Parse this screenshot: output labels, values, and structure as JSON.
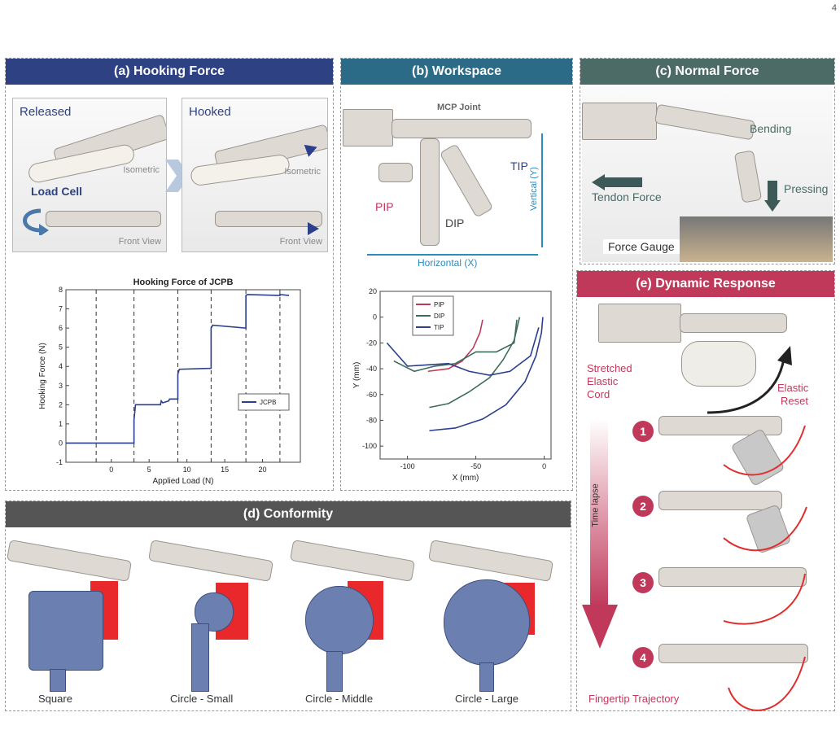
{
  "page_number": "4",
  "colors": {
    "a": "#2e4283",
    "b": "#2b6b87",
    "c": "#4c6a66",
    "d": "#555555",
    "e": "#c0395b",
    "pip": "#c0395b",
    "dip": "#3d6b5c",
    "tip": "#2b3f8c"
  },
  "panel_a": {
    "header": "(a) Hooking Force",
    "released": "Released",
    "hooked": "Hooked",
    "isometric1": "Isometric",
    "isometric2": "Isometric",
    "load_cell": "Load Cell",
    "front_view1": "Front View",
    "front_view2": "Front View"
  },
  "panel_b": {
    "header": "(b) Workspace",
    "mcp": "MCP Joint",
    "tip": "TIP",
    "pip": "PIP",
    "dip": "DIP",
    "vertical": "Vertical (Y)",
    "horizontal": "Horizontal (X)"
  },
  "panel_c": {
    "header": "(c) Normal Force",
    "bending": "Bending",
    "tendon": "Tendon Force",
    "pressing": "Pressing",
    "gauge": "Force Gauge"
  },
  "panel_d": {
    "header": "(d) Conformity",
    "labels": [
      "Square",
      "Circle - Small",
      "Circle - Middle",
      "Circle - Large"
    ]
  },
  "panel_e": {
    "header": "(e) Dynamic Response",
    "stretched": [
      "Stretched",
      "Elastic",
      "Cord"
    ],
    "reset": [
      "Elastic",
      "Reset"
    ],
    "time_lapse": "Time lapse",
    "steps": [
      "1",
      "2",
      "3",
      "4"
    ],
    "trajectory": "Fingertip Trajectory"
  },
  "chart_data": [
    {
      "type": "line",
      "title": "Hooking Force of JCPB",
      "xlabel": "Applied Load (N)",
      "ylabel": "Hooking Force (N)",
      "xlim": [
        -6,
        25
      ],
      "ylim": [
        -1,
        8
      ],
      "xticks": [
        "0",
        "5",
        "10",
        "15",
        "20"
      ],
      "yticks": [
        "-1",
        "0",
        "1",
        "2",
        "3",
        "4",
        "5",
        "6",
        "7",
        "8"
      ],
      "xtick_values": [
        0,
        5,
        10,
        15,
        20
      ],
      "ytick_values": [
        -1,
        0,
        1,
        2,
        3,
        4,
        5,
        6,
        7,
        8
      ],
      "vlines": [
        -2,
        3,
        8.8,
        13.2,
        17.8,
        22.3
      ],
      "series": [
        {
          "name": "JCPB",
          "x": [
            -6,
            3,
            3,
            3.2,
            6.5,
            6.6,
            6.8,
            7.6,
            7.7,
            8.8,
            8.8,
            9,
            13.2,
            13.2,
            13.4,
            17.8,
            17.8,
            18,
            22.3,
            22.3,
            23.5
          ],
          "y": [
            0,
            0,
            1.2,
            2.0,
            2.0,
            2.2,
            2.1,
            2.2,
            2.3,
            2.3,
            3.6,
            3.85,
            3.9,
            6.0,
            6.15,
            6.0,
            7.7,
            7.75,
            7.7,
            7.75,
            7.7
          ]
        }
      ],
      "legend": "right",
      "grid": false
    },
    {
      "type": "line",
      "xlabel": "X (mm)",
      "ylabel": "Y (mm)",
      "xlim": [
        -120,
        5
      ],
      "ylim": [
        -110,
        20
      ],
      "xticks": [
        "-100",
        "-50",
        "0"
      ],
      "yticks": [
        "20",
        "0",
        "-20",
        "-40",
        "-60",
        "-80",
        "-100"
      ],
      "xtick_values": [
        -100,
        -50,
        0
      ],
      "ytick_values": [
        20,
        0,
        -20,
        -40,
        -60,
        -80,
        -100
      ],
      "series": [
        {
          "name": "PIP",
          "x": [
            -85,
            -70,
            -60,
            -52,
            -47,
            -45
          ],
          "y": [
            -42,
            -40,
            -34,
            -24,
            -12,
            -2
          ]
        },
        {
          "name": "DIP",
          "x": [
            -110,
            -95,
            -80,
            -65,
            -50,
            -35,
            -22,
            -20
          ],
          "y": [
            -34,
            -42,
            -38,
            -36,
            -27,
            -27,
            -20,
            -2
          ],
          "x2": [
            -84,
            -70,
            -55,
            -40,
            -30,
            -22,
            -18
          ],
          "y2": [
            -70,
            -67,
            -58,
            -47,
            -33,
            -18,
            0
          ]
        },
        {
          "name": "TIP",
          "x": [
            -115,
            -100,
            -85,
            -70,
            -55,
            -40,
            -25,
            -10,
            -4
          ],
          "y": [
            -20,
            -38,
            -37,
            -36,
            -42,
            -45,
            -42,
            -30,
            -8
          ],
          "x2": [
            -84,
            -65,
            -45,
            -28,
            -14,
            -6,
            -2,
            -1
          ],
          "y2": [
            -88,
            -86,
            -79,
            -68,
            -50,
            -30,
            -12,
            0
          ]
        }
      ],
      "legend": "top-left",
      "grid": false
    }
  ]
}
